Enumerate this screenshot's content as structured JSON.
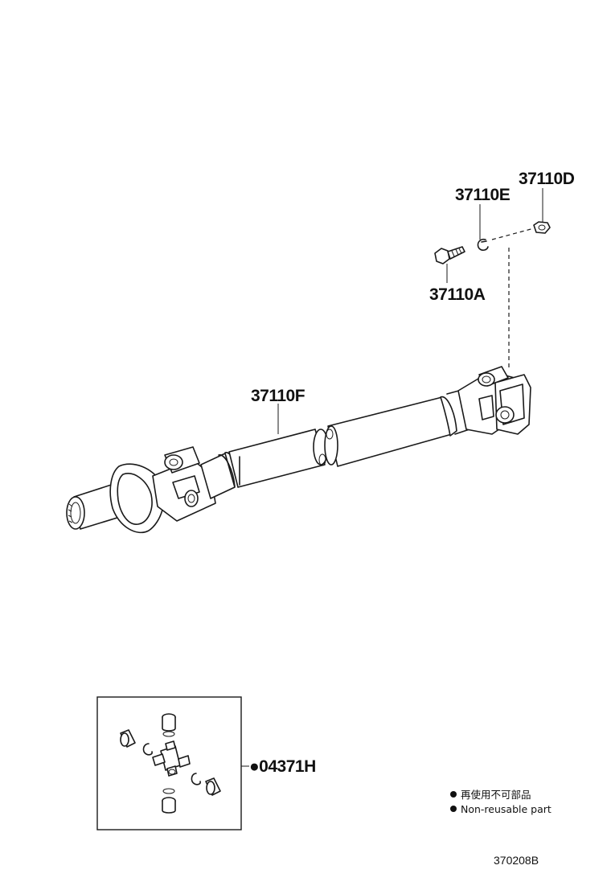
{
  "labels": {
    "part_37110D": "37110D",
    "part_37110E": "37110E",
    "part_37110A": "37110A",
    "part_37110F": "37110F",
    "part_04371H": "●04371H"
  },
  "legend": {
    "japanese": "再使用不可部品",
    "english": "Non-reusable part"
  },
  "diagram_code": "370208B",
  "colors": {
    "ink": "#1a1a1a",
    "background": "#ffffff"
  }
}
